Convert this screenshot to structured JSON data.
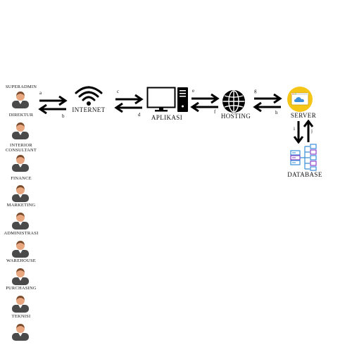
{
  "roles": [
    {
      "label": "SUPERADMIN"
    },
    {
      "label": "DIREKTUR"
    },
    {
      "label": "INTERIOR CONSULTANT"
    },
    {
      "label": "FINANCE"
    },
    {
      "label": "MARKETING"
    },
    {
      "label": "ADMINISTRASI"
    },
    {
      "label": "WAREHOUSE"
    },
    {
      "label": "PURCHASING"
    },
    {
      "label": "TEKNISI"
    }
  ],
  "nodes": {
    "internet": "INTERNET",
    "aplikasi": "APLIKASI",
    "hosting": "HOSTING",
    "server": "SERVER",
    "database": "DATABASE"
  },
  "connectors": [
    {
      "top": "a",
      "bottom": "b"
    },
    {
      "top": "c",
      "bottom": "d"
    },
    {
      "top": "e",
      "bottom": "f"
    },
    {
      "top": "g",
      "bottom": "h"
    },
    {
      "left": "i",
      "right": "j"
    }
  ],
  "colors": {
    "skin": "#e8a77f",
    "shirt": "#4a4a4a",
    "hair": "#7a4a2a",
    "server_bg": "#f5c518",
    "db_accent": "#3a8fd8",
    "db_purple": "#8b44c9"
  }
}
